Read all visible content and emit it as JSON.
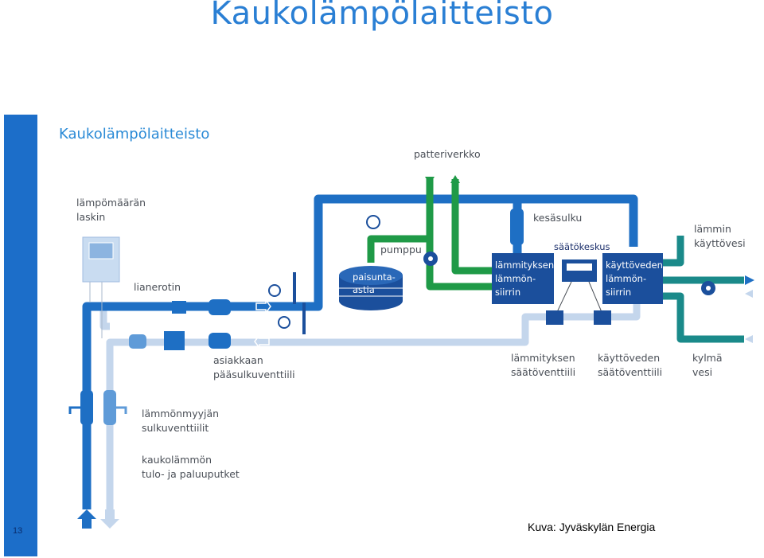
{
  "slide": {
    "title": "Kaukolämpölaitteisto",
    "number": "13",
    "credit": "Kuva: Jyväskylän Energia"
  },
  "diagram": {
    "title": "Kaukolämpölaitteisto",
    "labels": {
      "heat_meter": [
        "lämpömäärän",
        "laskin"
      ],
      "strainer": "lianerotin",
      "customer_valve": [
        "asiakkaan",
        "pääsulkuventtiili"
      ],
      "seller_valves": [
        "lämmönmyyjän",
        "sulkuventtiilit"
      ],
      "pipes": [
        "kaukolämmön",
        "tulo- ja paluuputket"
      ],
      "radiator_network": "patteriverkko",
      "pump": "pumppu",
      "expansion_tank": [
        "paisunta-",
        "astia"
      ],
      "summer_valve": "kesäsulku",
      "controller": "säätökeskus",
      "heating_exchanger": [
        "lämmityksen",
        "lämmön-",
        "siirrin"
      ],
      "water_exchanger": [
        "käyttöveden",
        "lämmön-",
        "siirrin"
      ],
      "heating_valve": [
        "lämmityksen",
        "säätöventtiili"
      ],
      "water_valve": [
        "käyttöveden",
        "säätöventtiili"
      ],
      "hot_water": [
        "lämmin",
        "käyttövesi"
      ],
      "cold_water": [
        "kylmä",
        "vesi"
      ]
    }
  },
  "colors": {
    "supply": "#1e6fc4",
    "return": "#c4d6ec",
    "radiator": "#1f9a47",
    "hot_water": "#1a8a8a",
    "exchanger": "#1b4f9c",
    "title": "#2a7fd4"
  }
}
